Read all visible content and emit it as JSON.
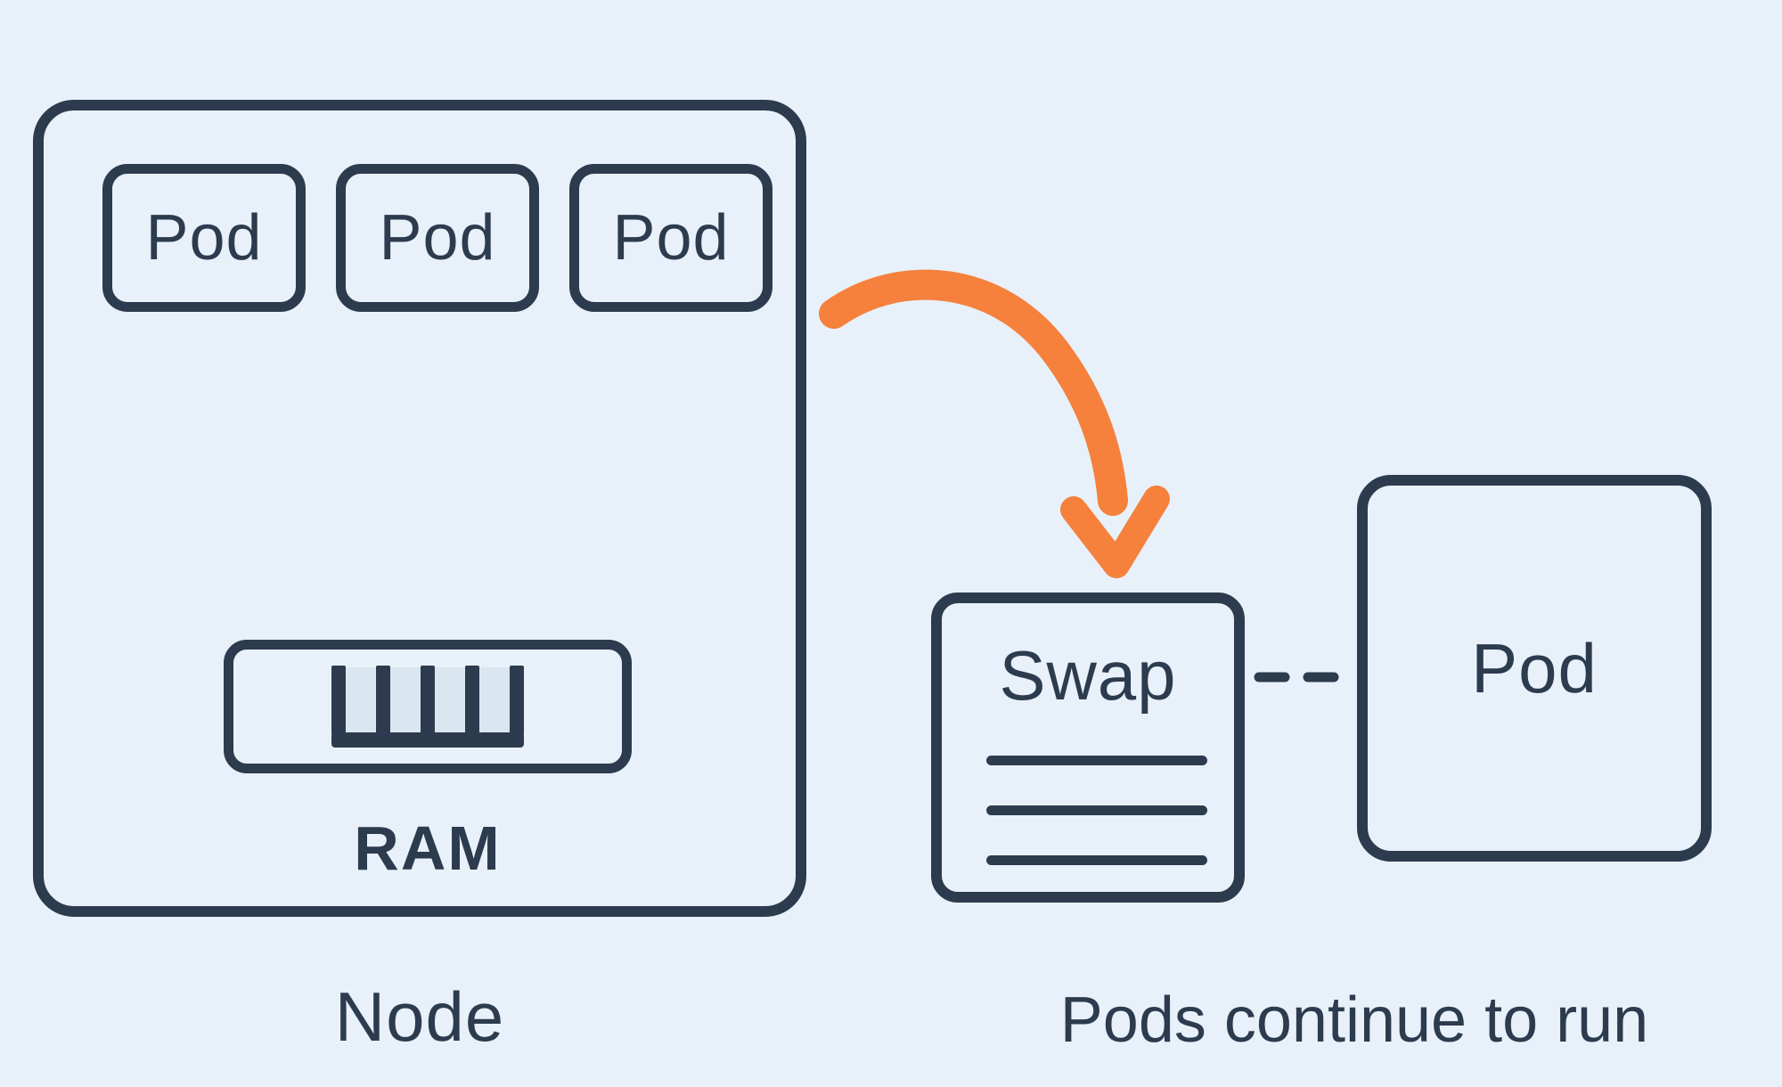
{
  "colors": {
    "background": "#e8f1fa",
    "line": "#2d3b4e",
    "accent": "#f5813d",
    "ram_slot": "#dbe7f0"
  },
  "node": {
    "label": "Node",
    "pods": [
      {
        "label": "Pod"
      },
      {
        "label": "Pod"
      },
      {
        "label": "Pod"
      }
    ],
    "ram": {
      "label": "RAM"
    }
  },
  "swap": {
    "label": "Swap"
  },
  "standalone_pod": {
    "label": "Pod"
  },
  "caption": "Pods continue to run"
}
